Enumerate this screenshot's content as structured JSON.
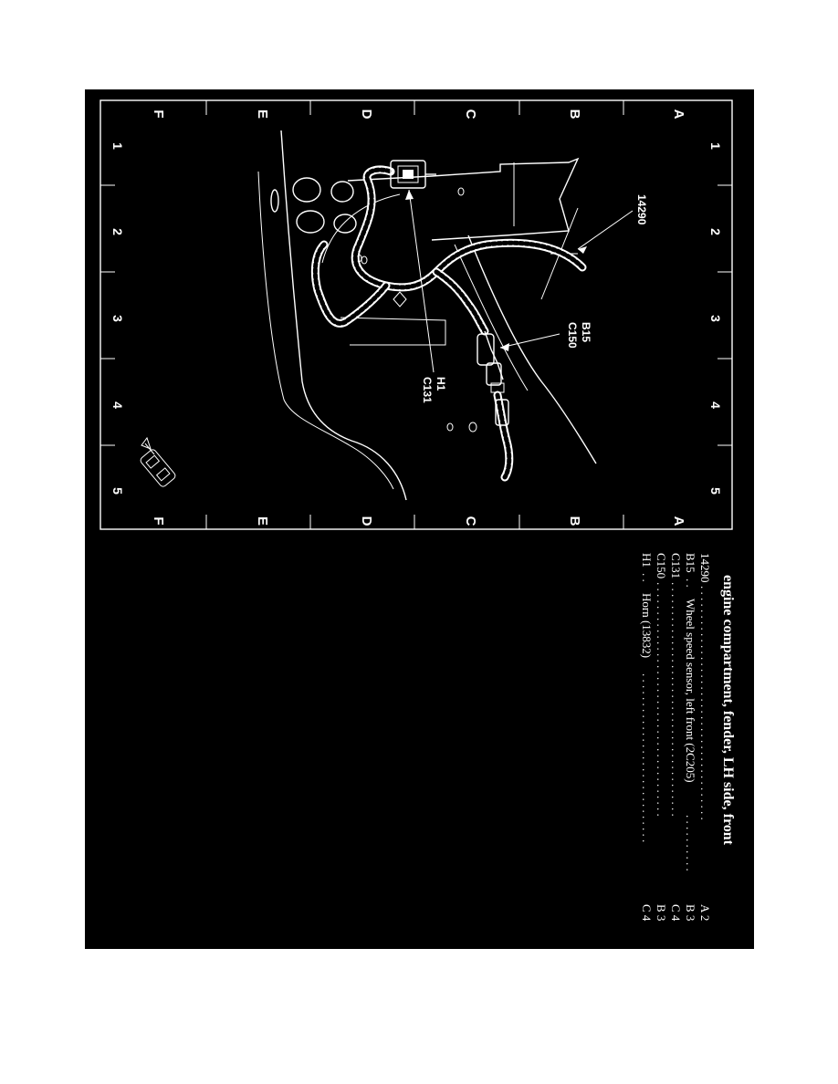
{
  "grid": {
    "letters": [
      "A",
      "B",
      "C",
      "D",
      "E",
      "F"
    ],
    "numbers": [
      "1",
      "2",
      "3",
      "4",
      "5"
    ]
  },
  "callouts": {
    "harness": "14290",
    "sensor_a": "B15",
    "sensor_b": "C150",
    "horn_a": "H1",
    "horn_b": "C131"
  },
  "legend": {
    "title": "engine compartment, fender, LH side, front",
    "rows": [
      {
        "id": "14290",
        "desc": "",
        "loc": "A 2"
      },
      {
        "id": "B15",
        "desc": "Wheel speed sensor, left front (2C205)",
        "loc": "B 3"
      },
      {
        "id": "C131",
        "desc": "",
        "loc": "C 4"
      },
      {
        "id": "C150",
        "desc": "",
        "loc": "B 3"
      },
      {
        "id": "H1",
        "desc": "Horn (13832)",
        "loc": "C 4"
      }
    ]
  }
}
